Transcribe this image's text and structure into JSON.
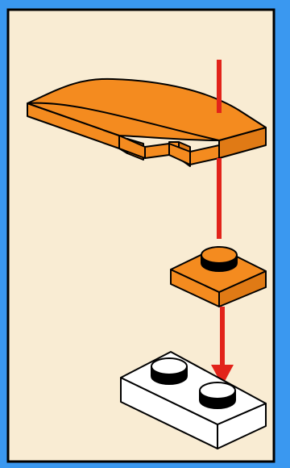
{
  "step": {
    "number": ""
  },
  "colors": {
    "frame_border": "#3a98f0",
    "panel_background": "#f9ecd3",
    "panel_outline": "#000000",
    "brick_orange": "#f48b1f",
    "brick_orange_shade": "#e07a15",
    "brick_white": "#ffffff",
    "stud_dark": "#000000",
    "assembly_arrow": "#e2231a"
  },
  "parts": [
    {
      "name": "curved-slope-wedge",
      "color": "orange"
    },
    {
      "name": "plate-1x1-round-stud",
      "color": "orange"
    },
    {
      "name": "plate-1x2",
      "color": "white"
    }
  ],
  "arrows": [
    {
      "from": "curved-slope-wedge",
      "to": "plate-1x1-round-stud",
      "direction": "down"
    },
    {
      "from": "plate-1x1-round-stud",
      "to": "plate-1x2",
      "direction": "down"
    }
  ]
}
